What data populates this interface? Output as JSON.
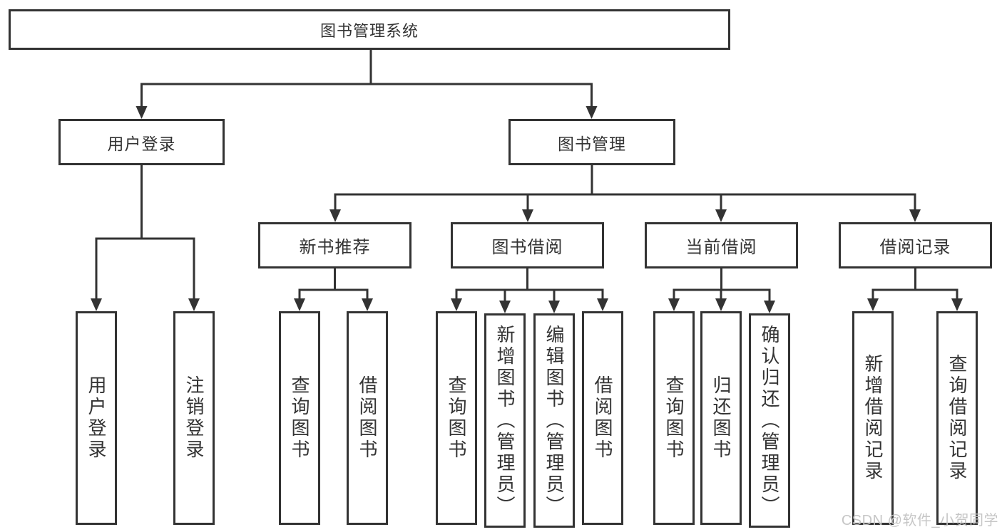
{
  "title": "图书管理系统",
  "watermark": "CSDN @软件_小贺同学",
  "colors": {
    "line": "#333333",
    "text": "#333333",
    "watermark": "#c4c4c4",
    "background": "#ffffff"
  },
  "tree": {
    "root": {
      "label": "图书管理系统"
    },
    "branches": [
      {
        "label": "用户登录",
        "children": [
          {
            "label": "用户登录"
          },
          {
            "label": "注销登录"
          }
        ]
      },
      {
        "label": "图书管理",
        "groups": [
          {
            "label": "新书推荐",
            "children": [
              {
                "label": "查询图书"
              },
              {
                "label": "借阅图书"
              }
            ]
          },
          {
            "label": "图书借阅",
            "children": [
              {
                "label": "查询图书"
              },
              {
                "label": "新增图书（管理员）"
              },
              {
                "label": "编辑图书（管理员）"
              },
              {
                "label": "借阅图书"
              }
            ]
          },
          {
            "label": "当前借阅",
            "children": [
              {
                "label": "查询图书"
              },
              {
                "label": "归还图书"
              },
              {
                "label": "确认归还（管理员）"
              }
            ]
          },
          {
            "label": "借阅记录",
            "children": [
              {
                "label": "新增借阅记录"
              },
              {
                "label": "查询借阅记录"
              }
            ]
          }
        ]
      }
    ]
  }
}
